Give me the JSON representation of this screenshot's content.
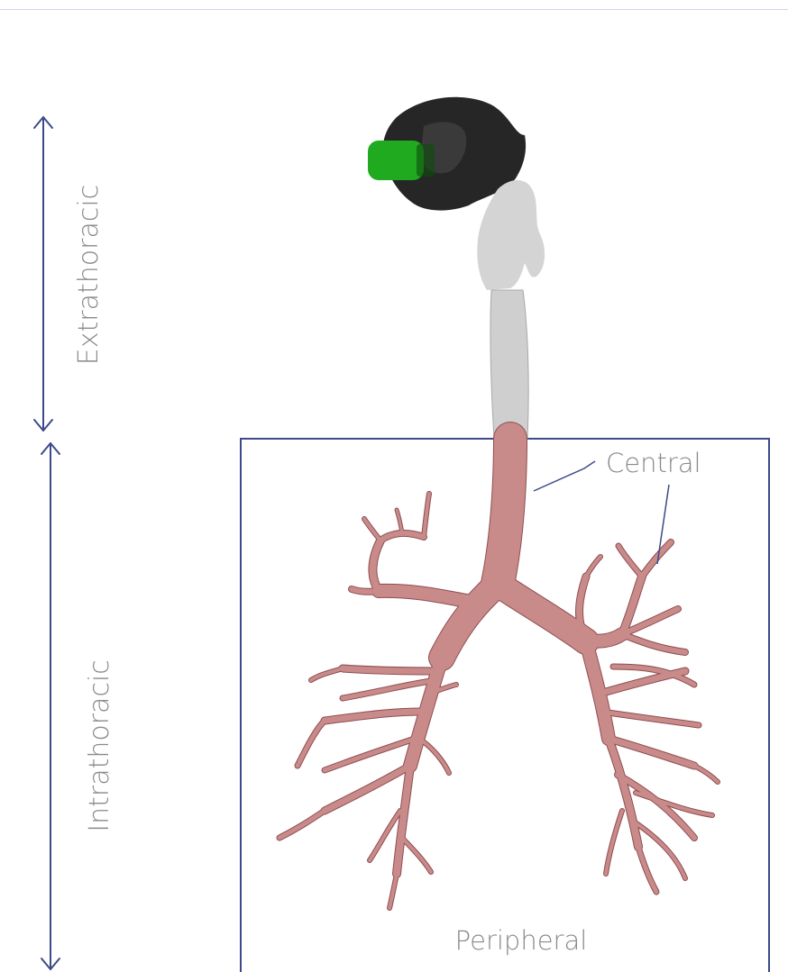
{
  "labels": {
    "extrathoracic": "Extrathoracic",
    "intrathoracic": "Intrathoracic",
    "central": "Central",
    "peripheral": "Peripheral"
  },
  "colors": {
    "frame": "#3c4a8a",
    "arrow": "#3c4a8a",
    "label": "#8a8a8a",
    "mouthpiece": "#1faa1f",
    "face_mask": "#262626",
    "upper_airway": "#d4d4d4",
    "trachea_upper": "#cfcfcf",
    "bronchial_tree": "#c98a8a",
    "bronchial_tree_edge": "#8f4e52"
  }
}
